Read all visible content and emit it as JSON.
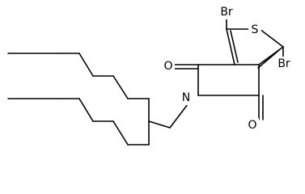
{
  "molecule": {
    "atoms": {
      "br_top": "Br",
      "br_right": "Br",
      "sulfur": "S",
      "oxygen_upper": "O",
      "oxygen_lower": "O",
      "nitrogen": "N"
    },
    "colors": {
      "bond": "#000000",
      "background": "#ffffff"
    }
  }
}
